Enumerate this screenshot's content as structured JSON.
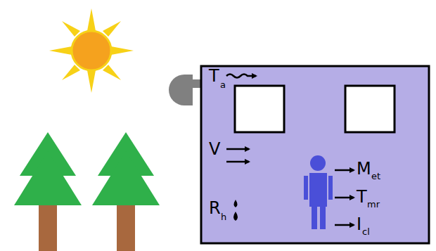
{
  "diagram": {
    "labels": [
      "T",
      "a",
      "V",
      "R",
      "h",
      "M",
      "et",
      "T",
      "mr",
      "I",
      "cl"
    ]
  }
}
